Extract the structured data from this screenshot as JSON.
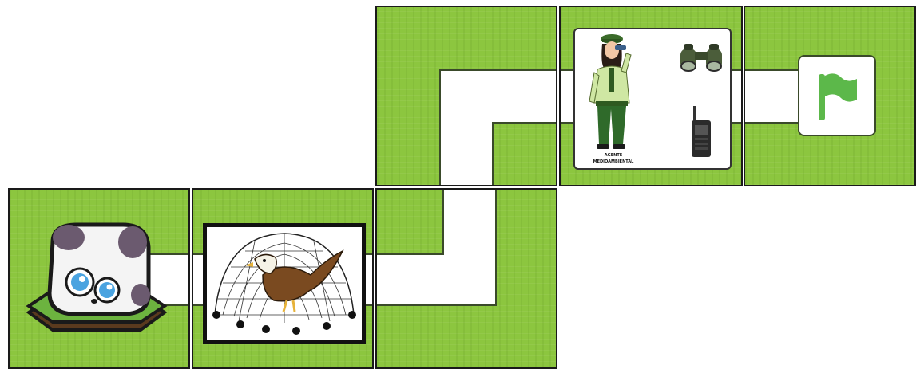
{
  "board": {
    "tiles": [
      {
        "name": "tile-start-panda"
      },
      {
        "name": "tile-eagle-net"
      },
      {
        "name": "tile-path-bend-lower"
      },
      {
        "name": "tile-path-bend-upper"
      },
      {
        "name": "tile-ranger"
      },
      {
        "name": "tile-goal-flag"
      }
    ]
  },
  "ranger_card": {
    "caption_line1": "AGENTE",
    "caption_line2": "MEDIOAMBIENTAL",
    "items": [
      "binoculars-icon",
      "walkie-talkie-icon"
    ]
  },
  "colors": {
    "grass": "#8cc63f",
    "path": "#ffffff",
    "flag": "#5cb84a",
    "border": "#1a1a1a"
  }
}
